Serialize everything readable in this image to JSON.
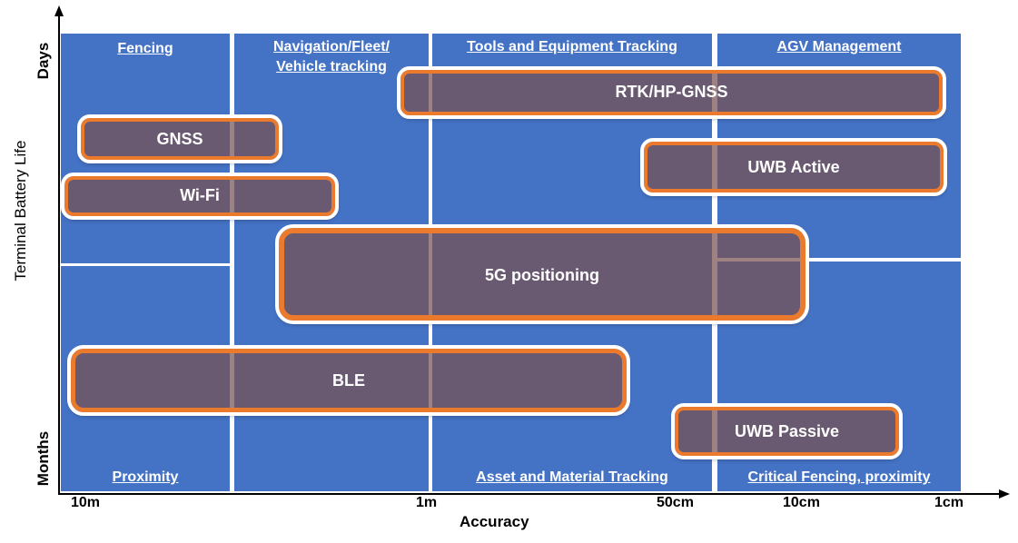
{
  "diagram": {
    "colors": {
      "zone_fill": "#4472c4",
      "tech_fill": "#785050",
      "tech_border": "#ec7a2c",
      "tech_outline": "#ffffff"
    },
    "axes": {
      "y_title": "Terminal Battery Life",
      "y_top": "Days",
      "y_bottom": "Months",
      "x_title": "Accuracy",
      "x_ticks": [
        "10m",
        "1m",
        "50cm",
        "10cm",
        "1cm"
      ]
    },
    "zones_top": [
      "Fencing",
      "Navigation/Fleet/ Vehicle tracking",
      "Tools and Equipment Tracking",
      "AGV Management"
    ],
    "zones_bottom": [
      "Proximity",
      "Asset and Material Tracking",
      "Critical Fencing, proximity"
    ],
    "technologies": {
      "rtk": "RTK/HP-GNSS",
      "gnss": "GNSS",
      "uwb_active": "UWB Active",
      "wifi": "Wi-Fi",
      "fiveg": "5G positioning",
      "ble": "BLE",
      "uwb_passive": "UWB Passive"
    }
  }
}
